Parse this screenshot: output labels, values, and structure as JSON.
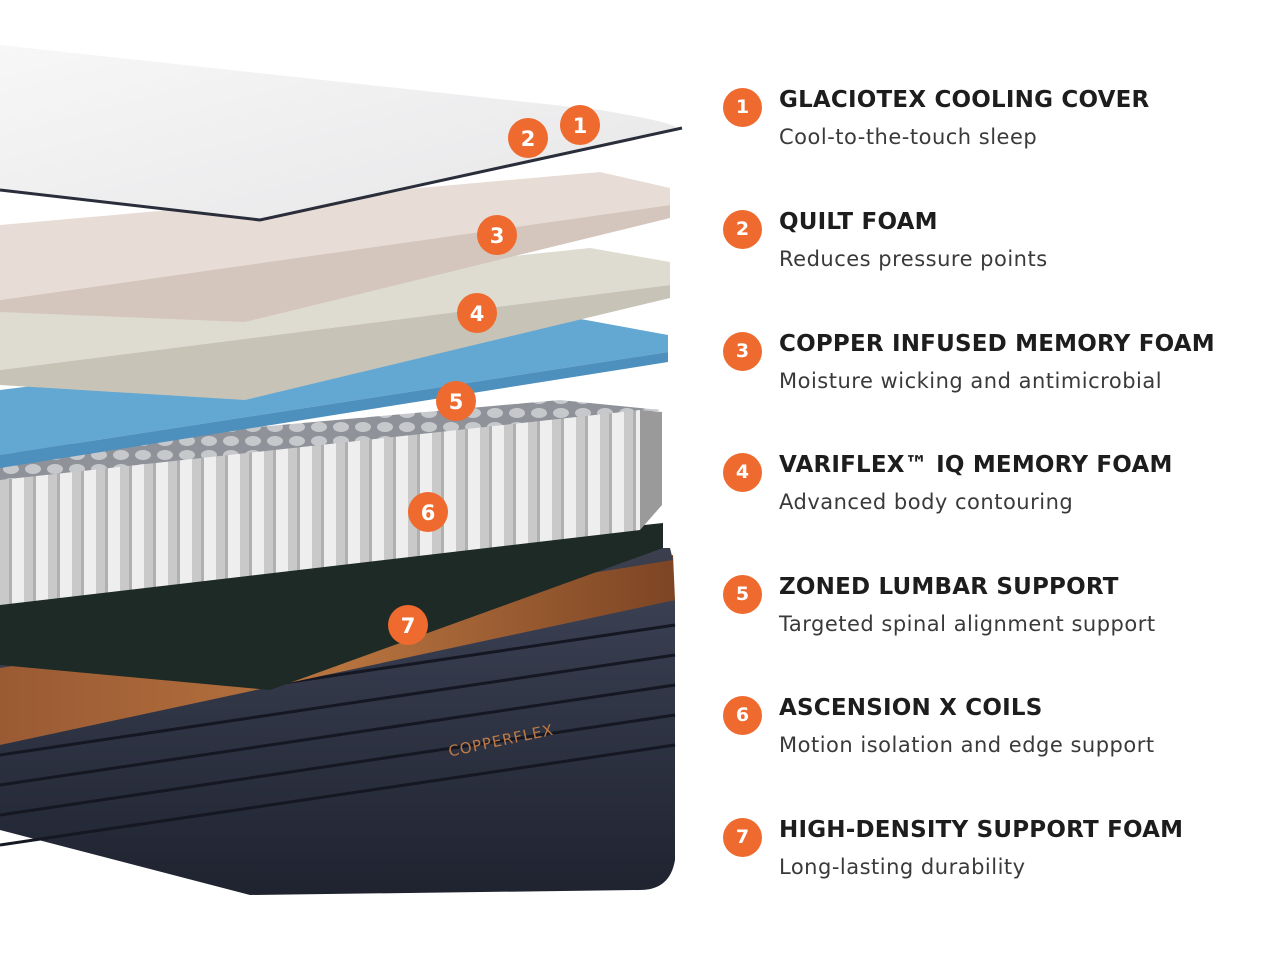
{
  "brand": {
    "logo_text": "COPPERFLEX"
  },
  "colors": {
    "accent": "#ef6a2e"
  },
  "layers": [
    {
      "number": "1",
      "title": "GLACIOTEX COOLING COVER",
      "description": "Cool-to-the-touch sleep"
    },
    {
      "number": "2",
      "title": "QUILT FOAM",
      "description": "Reduces pressure points"
    },
    {
      "number": "3",
      "title": "COPPER INFUSED MEMORY FOAM",
      "description": "Moisture wicking and antimicrobial"
    },
    {
      "number": "4",
      "title": "VARIFLEX™ IQ MEMORY FOAM",
      "description": "Advanced body contouring"
    },
    {
      "number": "5",
      "title": "ZONED LUMBAR SUPPORT",
      "description": "Targeted spinal alignment support"
    },
    {
      "number": "6",
      "title": "ASCENSION X COILS",
      "description": "Motion isolation and edge support"
    },
    {
      "number": "7",
      "title": "HIGH-DENSITY SUPPORT FOAM",
      "description": "Long-lasting durability"
    }
  ]
}
